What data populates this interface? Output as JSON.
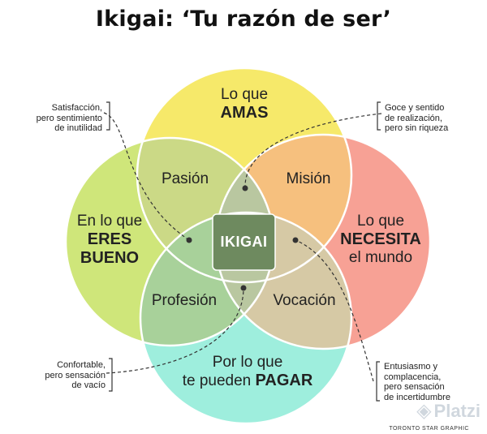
{
  "title": "Ikigai: ‘Tu razón de ser’",
  "circles": {
    "love": {
      "line1": "Lo que",
      "line2": "AMAS",
      "color": "#f6e96a"
    },
    "need": {
      "line1": "Lo que",
      "line2": "NECESITA",
      "line3": "el mundo",
      "color": "#f7a195"
    },
    "good": {
      "line1": "En lo que",
      "line2": "ERES",
      "line3": "BUENO",
      "color": "#cfe67a"
    },
    "paid": {
      "line1": "Por lo que",
      "line2a": "te pueden ",
      "line2b": "PAGAR",
      "color": "#9eeedd"
    }
  },
  "intersections": {
    "passion": {
      "label": "Pasión",
      "color": "#cbd986"
    },
    "mission": {
      "label": "Misión",
      "color": "#f6c07e"
    },
    "profession": {
      "label": "Profesión",
      "color": "#a8d19a"
    },
    "vocation": {
      "label": "Vocación",
      "color": "#d6c9a5"
    }
  },
  "center": {
    "label": "IKIGAI",
    "color": "#6e8a5f"
  },
  "notes": {
    "top_left": [
      "Satisfacción,",
      "pero sentimiento",
      "de inutilidad"
    ],
    "top_right": [
      "Goce y sentido",
      "de realización,",
      "pero sin riqueza"
    ],
    "bottom_left": [
      "Confortable,",
      "pero sensación",
      "de vacío"
    ],
    "bottom_right": [
      "Entusiasmo y",
      "complacencia,",
      "pero sensación",
      "de incertidumbre"
    ]
  },
  "credit": "TORONTO STAR GRAPHIC",
  "watermark": {
    "text": "Platzi",
    "icon": "platzi-logo-icon"
  }
}
